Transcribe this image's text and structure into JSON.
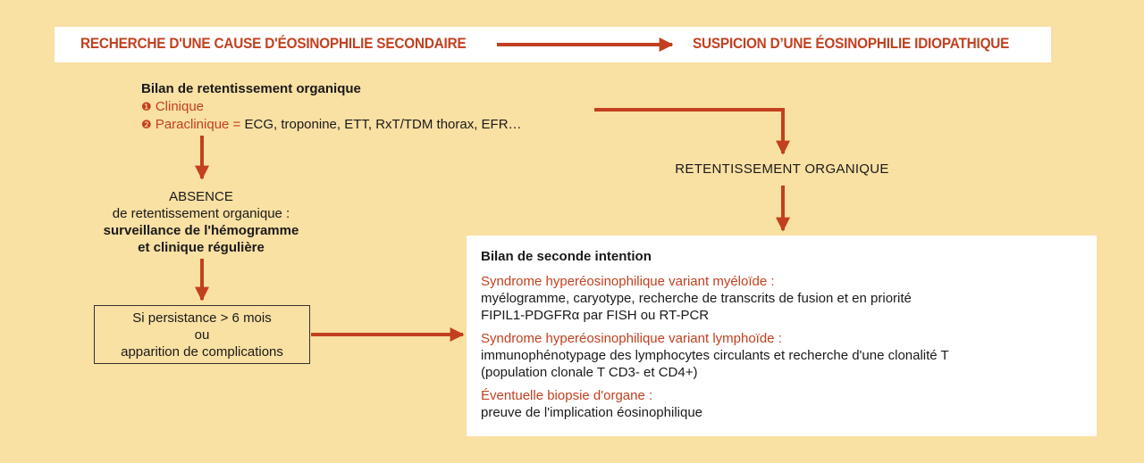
{
  "header": {
    "left": "RECHERCHE D'UNE CAUSE D'ÉOSINOPHILIE SECONDAIRE",
    "right": "SUSPICION D’UNE ÉOSINOPHILIE IDIOPATHIQUE"
  },
  "bilan_retentissement": {
    "title": "Bilan de retentissement organique",
    "item1_num": "❶",
    "item1": "Clinique",
    "item2_num": "❷",
    "item2": "Paraclinique =",
    "item2_detail": "ECG, troponine, ETT, RxT/TDM thorax, EFR…"
  },
  "absence": {
    "line1": "ABSENCE",
    "line2": "de retentissement organique :",
    "line3": "surveillance de l'hémogramme",
    "line4": "et clinique régulière"
  },
  "persistance": {
    "line1": "Si persistance > 6 mois",
    "line2": "ou",
    "line3": "apparition de complications"
  },
  "retentissement": "RETENTISSEMENT ORGANIQUE",
  "second_line": {
    "title": "Bilan de seconde intention",
    "myeloid_title": "Syndrome hyperéosinophilique variant myéloïde :",
    "myeloid_line1": "myélogramme, caryotype, recherche de transcrits de fusion et en priorité",
    "myeloid_line2": "FIPIL1-PDGFRα par FISH ou RT-PCR",
    "lymphoid_title": "Syndrome hyperéosinophilique variant lymphoïde :",
    "lymphoid_line1": "immunophénotypage des lymphocytes circulants et recherche d'une clonalité T",
    "lymphoid_line2": "(population clonale T CD3- et CD4+)",
    "biopsy_title": "Éventuelle biopsie d'organe :",
    "biopsy_line1": "preuve de l'implication éosinophilique"
  },
  "colors": {
    "background": "#f9e0a3",
    "accent": "#c2401f",
    "box": "#ffffff"
  }
}
